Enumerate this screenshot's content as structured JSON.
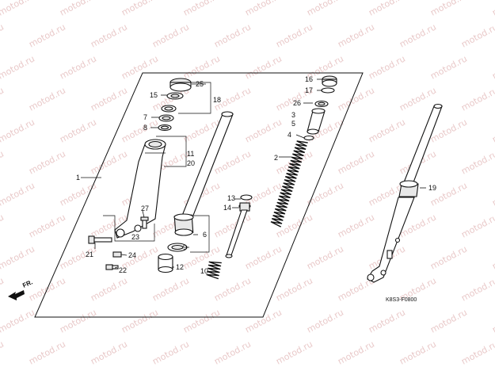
{
  "watermark": {
    "text": "motod.ru"
  },
  "diagram_code": "K8S3-F0800",
  "direction_label": "FR.",
  "callouts": [
    {
      "id": "1",
      "label": "1"
    },
    {
      "id": "2",
      "label": "2"
    },
    {
      "id": "3",
      "label": "3"
    },
    {
      "id": "4",
      "label": "4"
    },
    {
      "id": "5",
      "label": "5"
    },
    {
      "id": "6",
      "label": "6"
    },
    {
      "id": "7",
      "label": "7"
    },
    {
      "id": "8",
      "label": "8"
    },
    {
      "id": "9",
      "label": "9"
    },
    {
      "id": "10",
      "label": "10"
    },
    {
      "id": "11",
      "label": "11"
    },
    {
      "id": "12",
      "label": "12"
    },
    {
      "id": "13",
      "label": "13"
    },
    {
      "id": "14",
      "label": "14"
    },
    {
      "id": "15",
      "label": "15"
    },
    {
      "id": "16",
      "label": "16"
    },
    {
      "id": "17",
      "label": "17"
    },
    {
      "id": "18",
      "label": "18"
    },
    {
      "id": "19",
      "label": "19"
    },
    {
      "id": "20",
      "label": "20"
    },
    {
      "id": "21",
      "label": "21"
    },
    {
      "id": "22",
      "label": "22"
    },
    {
      "id": "23",
      "label": "23"
    },
    {
      "id": "24",
      "label": "24"
    },
    {
      "id": "25",
      "label": "25"
    },
    {
      "id": "26",
      "label": "26"
    },
    {
      "id": "27",
      "label": "27"
    }
  ]
}
